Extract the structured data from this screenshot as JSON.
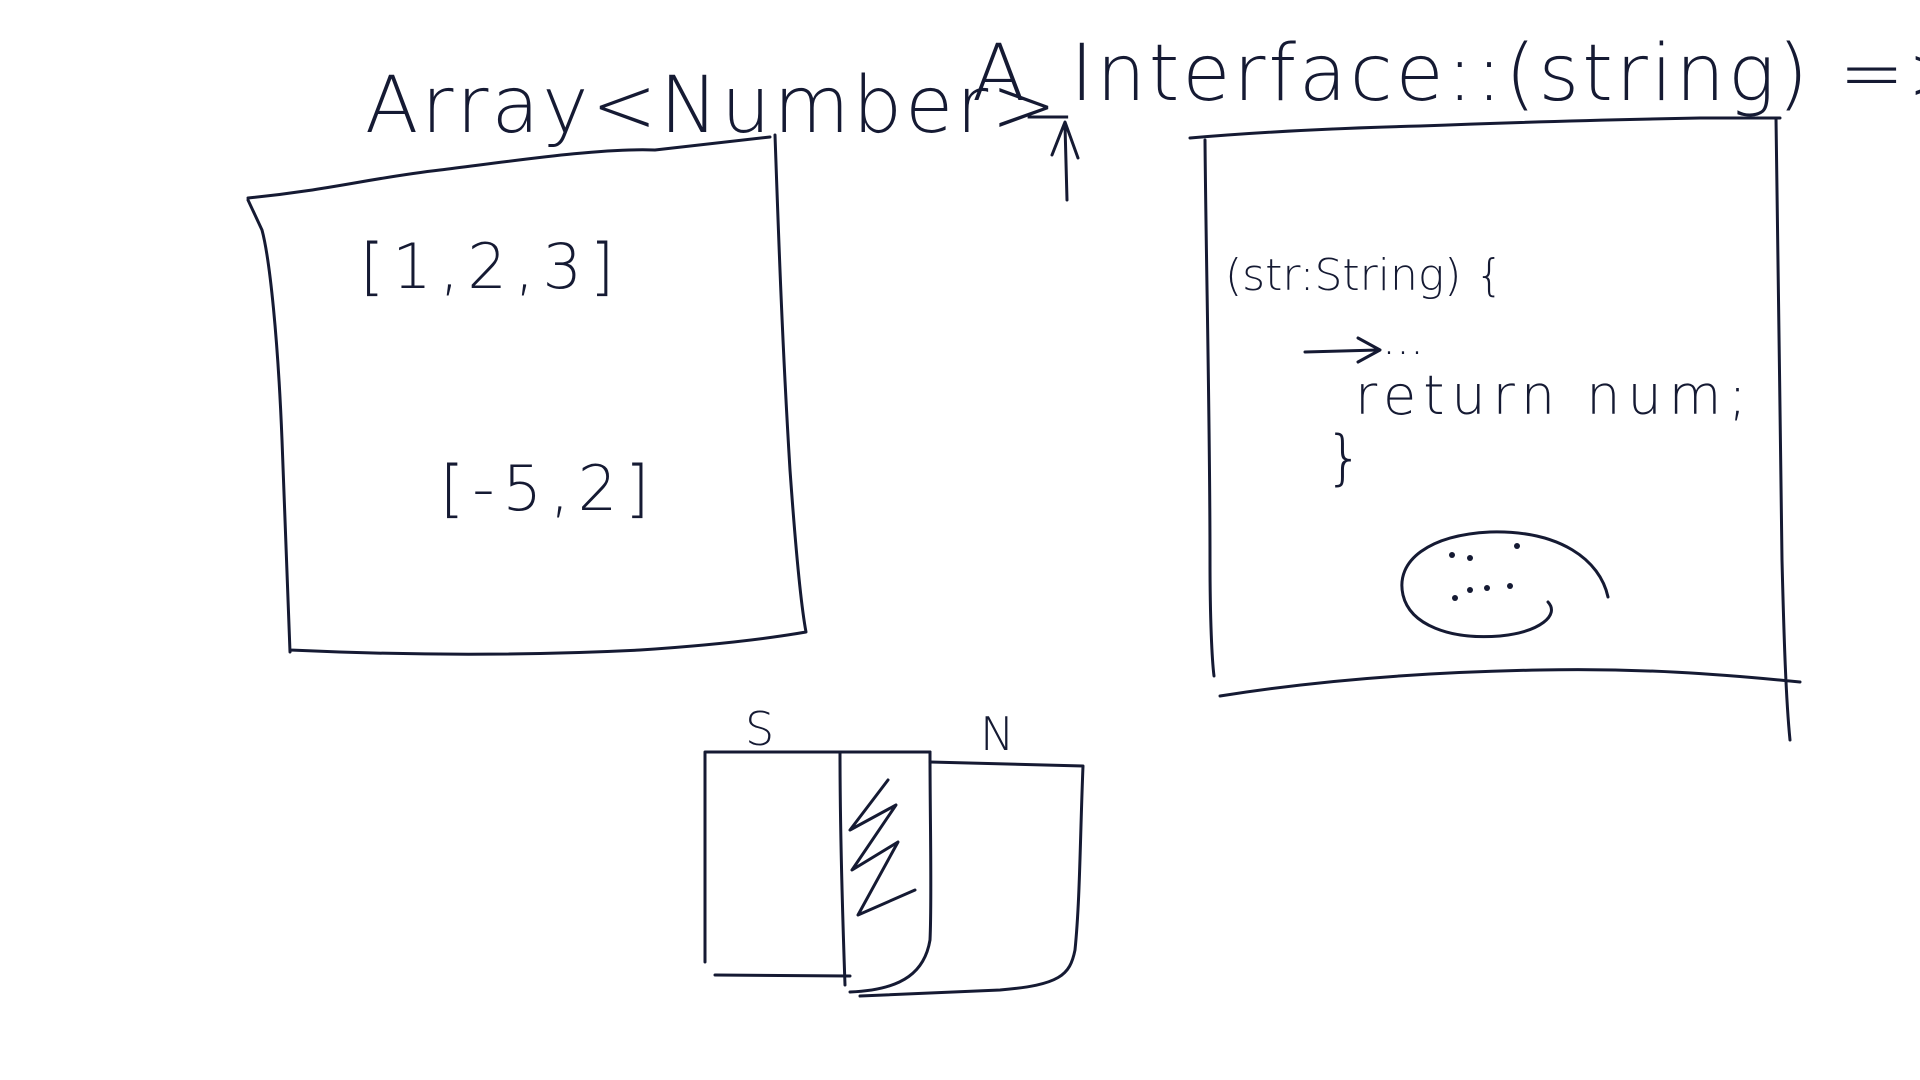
{
  "whiteboard": {
    "left_panel": {
      "title": "Array<Number>",
      "values": [
        "[1,2,3]",
        "[-5,2]"
      ]
    },
    "right_panel": {
      "title": "A_Interface::(string) => Number",
      "signature": "(str:String) {",
      "ellipsis": "...",
      "return_line": "return num;",
      "closing_brace": "}"
    },
    "bottom_sketch": {
      "label_left": "S",
      "label_right": "N"
    }
  }
}
